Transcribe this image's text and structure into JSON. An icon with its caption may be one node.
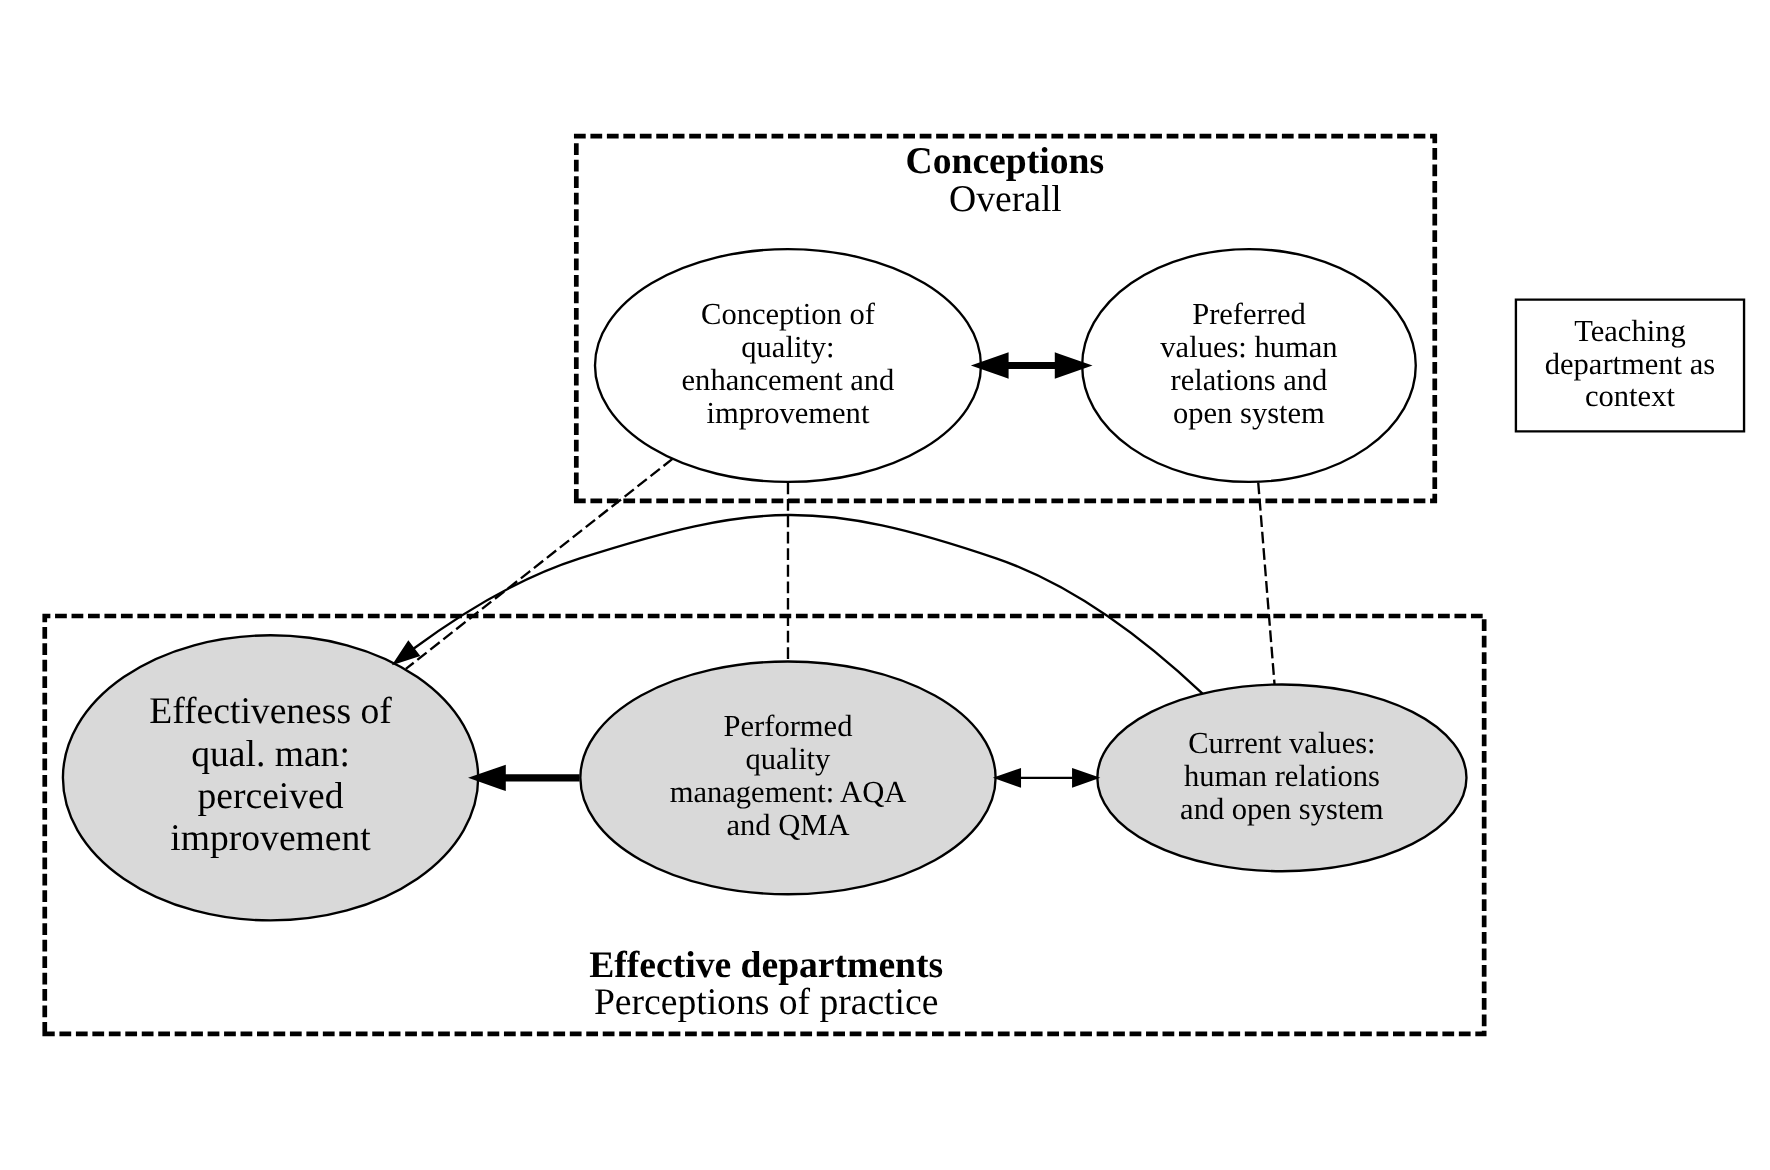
{
  "diagram": {
    "nodes": [
      {
        "text": [
          "Conceptions",
          "Overall"
        ]
      },
      {
        "text": [
          "Preferred values: human relations and open system"
        ],
        "in": 0
      },
      {
        "text": [
          "Conception of quality: enhancement and improvement"
        ],
        "in": 0
      },
      {
        "text": [
          "Effective departments",
          "Perceptions of practice"
        ]
      },
      {
        "text": [
          "Current values: human relations and open system"
        ],
        "in": 3
      },
      {
        "text": [
          "Performed quality management: AQA and QMA"
        ],
        "in": 3
      },
      {
        "text": [
          "Effectiveness of qual. man: perceived improvement"
        ],
        "in": 3
      },
      {
        "text": [
          "Teaching department as context"
        ]
      }
    ],
    "edges": [
      {
        "from": 1,
        "to": 2,
        "arrow": "both",
        "style": "thick"
      },
      {
        "from": 1,
        "to": 4,
        "arrow": "none",
        "style": "dashed"
      },
      {
        "from": 2,
        "to": 5,
        "arrow": "none",
        "style": "dashed"
      },
      {
        "from": 2,
        "to": 6,
        "arrow": "none",
        "style": "dashed"
      },
      {
        "from": 4,
        "to": 5,
        "arrow": "both"
      },
      {
        "from": 5,
        "to": 6,
        "arrow": "to",
        "style": "thick"
      },
      {
        "from": 4,
        "to": 6,
        "arrow": "to"
      }
    ]
  }
}
